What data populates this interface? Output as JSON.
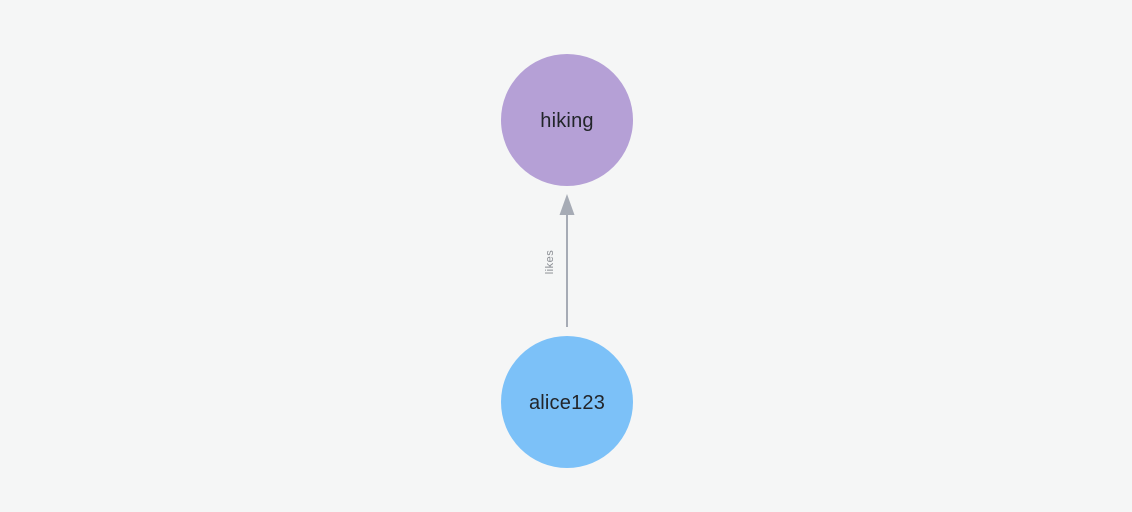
{
  "canvas": {
    "background_color": "#f5f6f6"
  },
  "graph": {
    "nodes": [
      {
        "id": "hiking",
        "label": "hiking",
        "color": "#b5a0d6",
        "text_color": "#22252a"
      },
      {
        "id": "alice123",
        "label": "alice123",
        "color": "#7cc1f8",
        "text_color": "#22252a"
      }
    ],
    "edges": [
      {
        "from": "alice123",
        "to": "hiking",
        "label": "likes",
        "color": "#a6abb5",
        "label_color": "#8a8d93"
      }
    ]
  }
}
